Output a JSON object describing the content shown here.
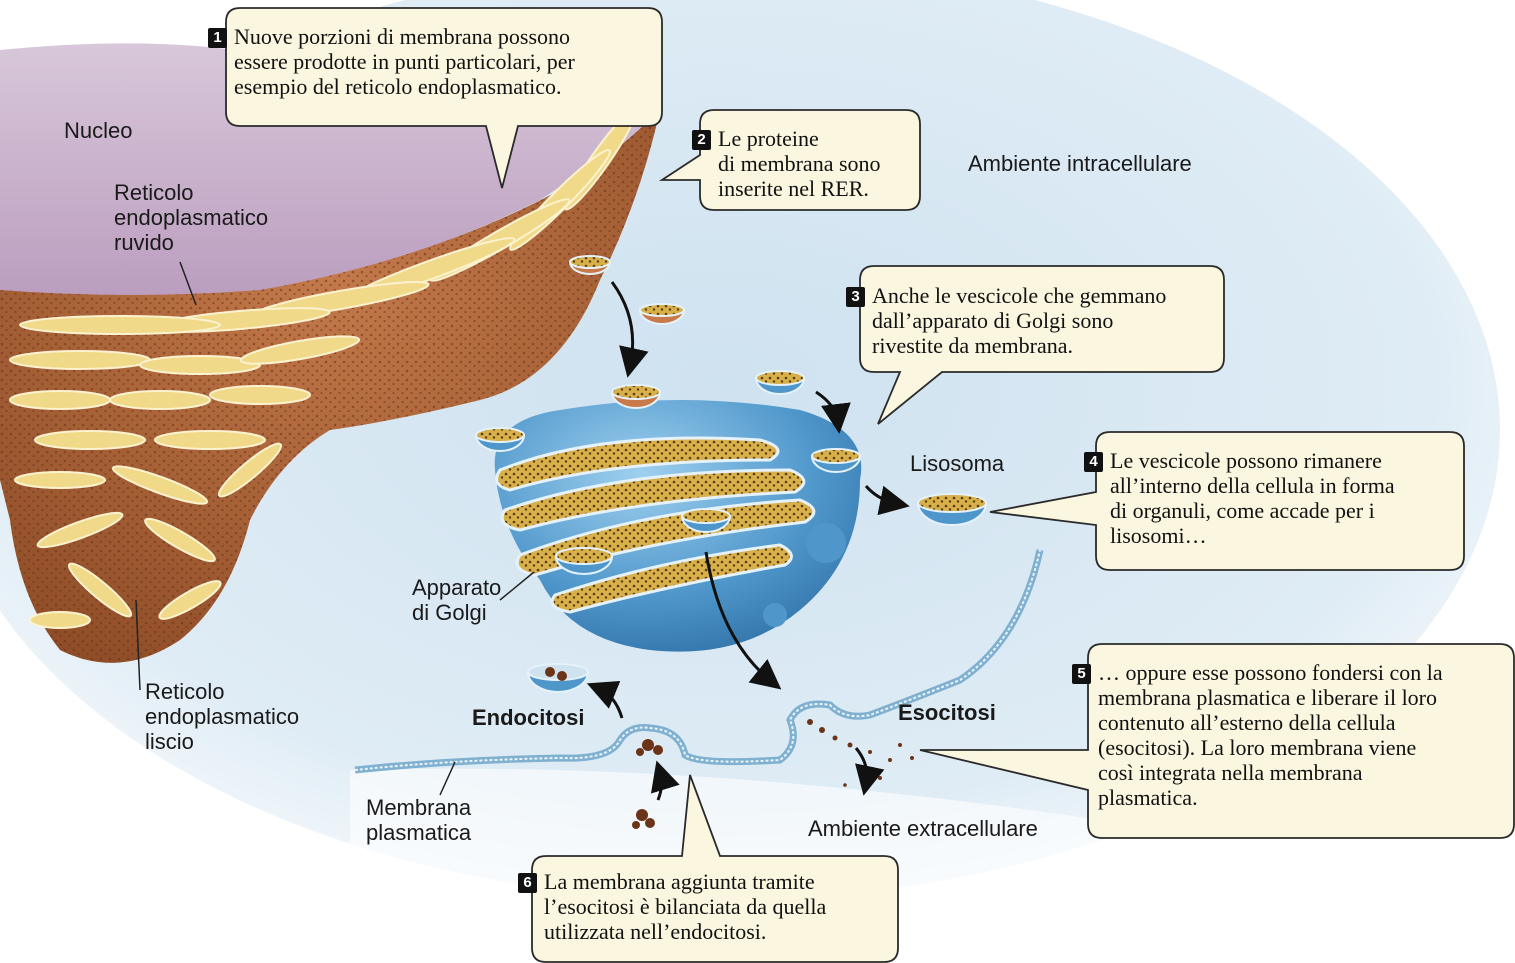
{
  "labels": {
    "nucleo": "Nucleo",
    "rer": "Reticolo\nendoplasmatico\nruvido",
    "intracellulare": "Ambiente intracellulare",
    "lisosoma": "Lisosoma",
    "golgi": "Apparato\ndi Golgi",
    "rel": "Reticolo\nendoplasmatico\nliscio",
    "endocitosi": "Endocitosi",
    "esocitosi": "Esocitosi",
    "membrana": "Membrana\nplasmatica",
    "extracellulare": "Ambiente extracellulare"
  },
  "callouts": [
    {
      "num": "1",
      "text": "Nuove porzioni di membrana possono\nessere prodotte in punti particolari, per\nesempio del reticolo endoplasmatico."
    },
    {
      "num": "2",
      "text": "Le proteine\ndi membrana sono\ninserite nel RER."
    },
    {
      "num": "3",
      "text": "Anche le vescicole che gemmano\ndall’apparato di Golgi sono\nrivestite da membrana."
    },
    {
      "num": "4",
      "text": "Le vescicole possono rimanere\nall’interno della cellula in forma\ndi organuli, come accade per i\nlisosomi…"
    },
    {
      "num": "5",
      "text": "… oppure esse possono fondersi con la\nmembrana plasmatica e liberare il loro\ncontenuto all’esterno della cellula\n(esocitosi). La loro membrana viene\ncosì integrata nella membrana\nplasmatica."
    },
    {
      "num": "6",
      "text": "La membrana aggiunta tramite\nl’esocitosi è bilanciata da quella\nutilizzata nell’endocitosi."
    }
  ],
  "colors": {
    "callout_bg": "#fbf6df",
    "nucleus": "#cdb6cf",
    "er": "#b0683d",
    "cisterna": "#f1d98a",
    "golgi": "#5a9ed0",
    "cytoplasm": "#dbe9f3"
  }
}
